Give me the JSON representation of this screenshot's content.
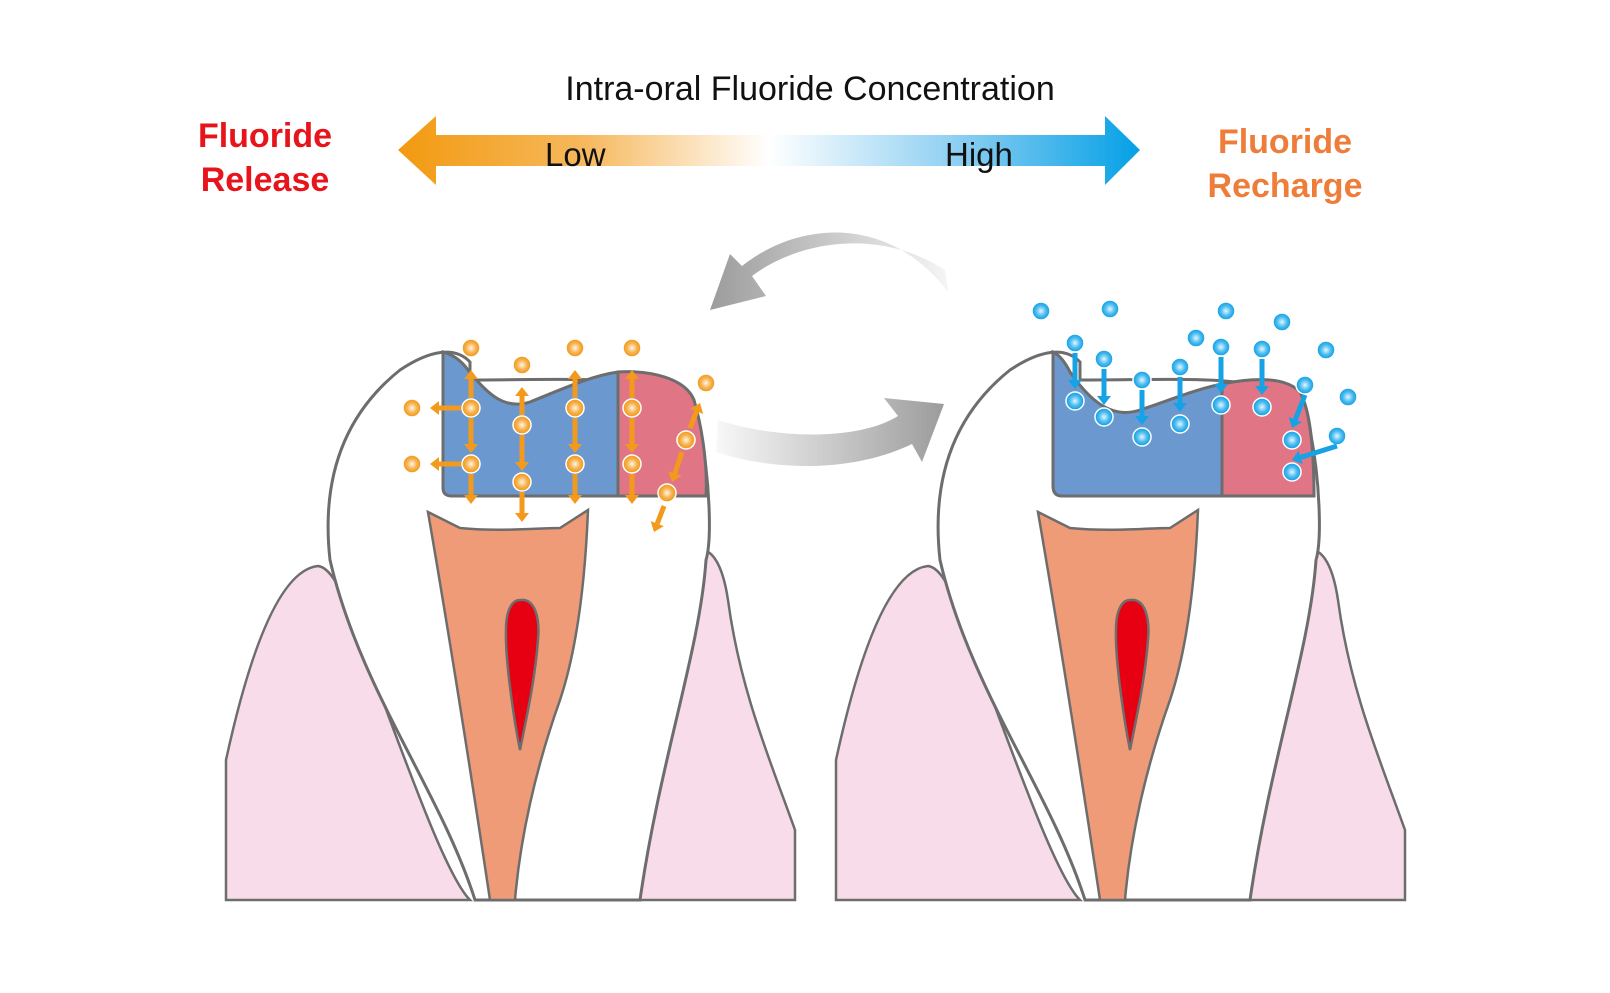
{
  "title": "Intra-oral Fluoride Concentration",
  "scale": {
    "low_label": "Low",
    "high_label": "High"
  },
  "left_label": {
    "line1": "Fluoride",
    "line2": "Release",
    "color": "#e8141c"
  },
  "right_label": {
    "line1": "Fluoride",
    "line2": "Recharge",
    "color": "#ef7d3a"
  },
  "colors": {
    "release_ion": "#f39a1c",
    "recharge_ion": "#15a3e6",
    "restoration_blue": "#6b98cf",
    "restoration_pink": "#e07685",
    "dentin": "#f09b78",
    "pulp": "#e60012",
    "gum": "#f8dcea",
    "outline": "#6d6d6d",
    "cycle_arrow": "#9a9a9a"
  },
  "panels": [
    {
      "name": "release",
      "ion_direction": "outward"
    },
    {
      "name": "recharge",
      "ion_direction": "inward"
    }
  ]
}
